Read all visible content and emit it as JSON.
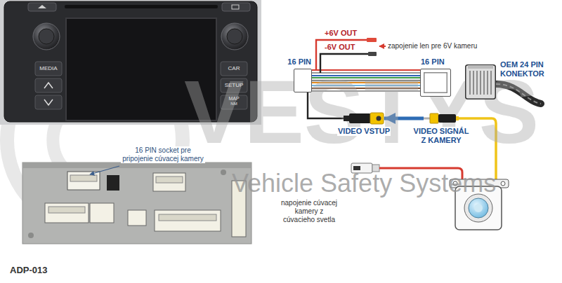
{
  "diagram": {
    "nodes": [
      {
        "text": [
          "16 PIN"
        ]
      },
      {
        "text": [
          "16 PIN"
        ]
      },
      {
        "text": [
          "OEM 24 PIN KONEKTOR"
        ]
      },
      {
        "text": [
          "VIDEO VSTUP"
        ]
      },
      {
        "text": [
          "VIDEO SIGNÁL Z KAMERY"
        ]
      }
    ],
    "edges": [
      {
        "from": 0,
        "to": 1,
        "arrow": "none"
      },
      {
        "from": 4,
        "to": 3,
        "arrow": "to"
      }
    ],
    "labels": [
      "VESTYS",
      "Vehicle Safety Systems",
      "MEDIA",
      "CAR",
      "SETUP",
      "MAP",
      "NM",
      "16 PIN socket pre pripojenie cúvacej kamery",
      "+6V OUT",
      "-6V OUT",
      "zapojenie len pre 6V kameru",
      "napojenie cúvacej kamery z cúvacieho svetla",
      "ADP-013"
    ]
  }
}
